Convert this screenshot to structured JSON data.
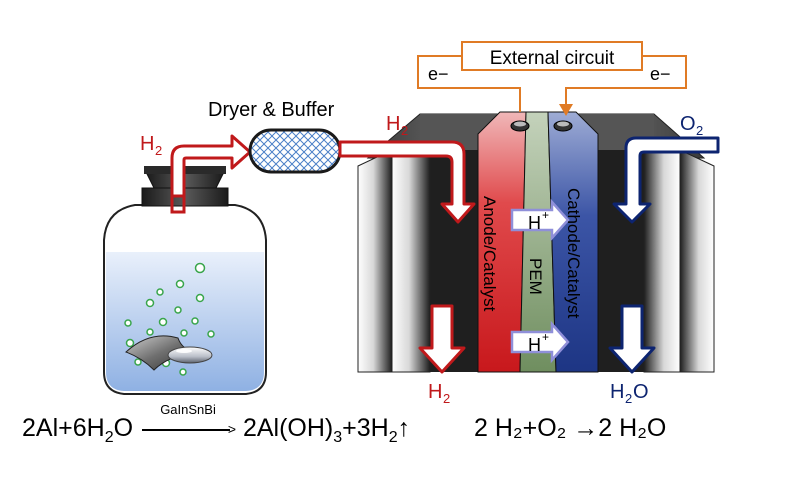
{
  "labels": {
    "h2_left": "H",
    "h2_left_sub": "2",
    "dryer": "Dryer & Buffer",
    "h2_top": "H",
    "h2_top_sub": "2",
    "external_circuit": "External circuit",
    "e_left": "e−",
    "e_right": "e−",
    "o2": "O",
    "o2_sub": "2",
    "anode": "Anode/Catalyst",
    "pem": "PEM",
    "cathode": "Cathode/Catalyst",
    "hplus_top": "H",
    "hplus_bottom": "H",
    "hplus_sup": "+",
    "h2_bottom": "H",
    "h2_bottom_sub": "2",
    "h2o_bottom": "H",
    "h2o_bottom_sub": "2",
    "h2o_bottom_tail": "O"
  },
  "equations": {
    "left_a": "2Al+6H",
    "left_a_sub": "2",
    "left_a_tail": "O",
    "catalyst": "GaInSnBi",
    "left_b": "2Al(OH)",
    "left_b_sub": "3",
    "left_b_mid": "+3H",
    "left_b_sub2": "2",
    "left_b_tail": "↑",
    "right": "2 H₂+O₂ →2 H₂O"
  },
  "colors": {
    "hydrogen_arrow": "#c0191b",
    "oxygen_arrow": "#0d2470",
    "circuit": "#e07b25",
    "anode_red": "#d9262a",
    "pem_green": "#7f9d6e",
    "cathode_blue": "#23408f",
    "hplus_box": "#8f8fd9"
  }
}
